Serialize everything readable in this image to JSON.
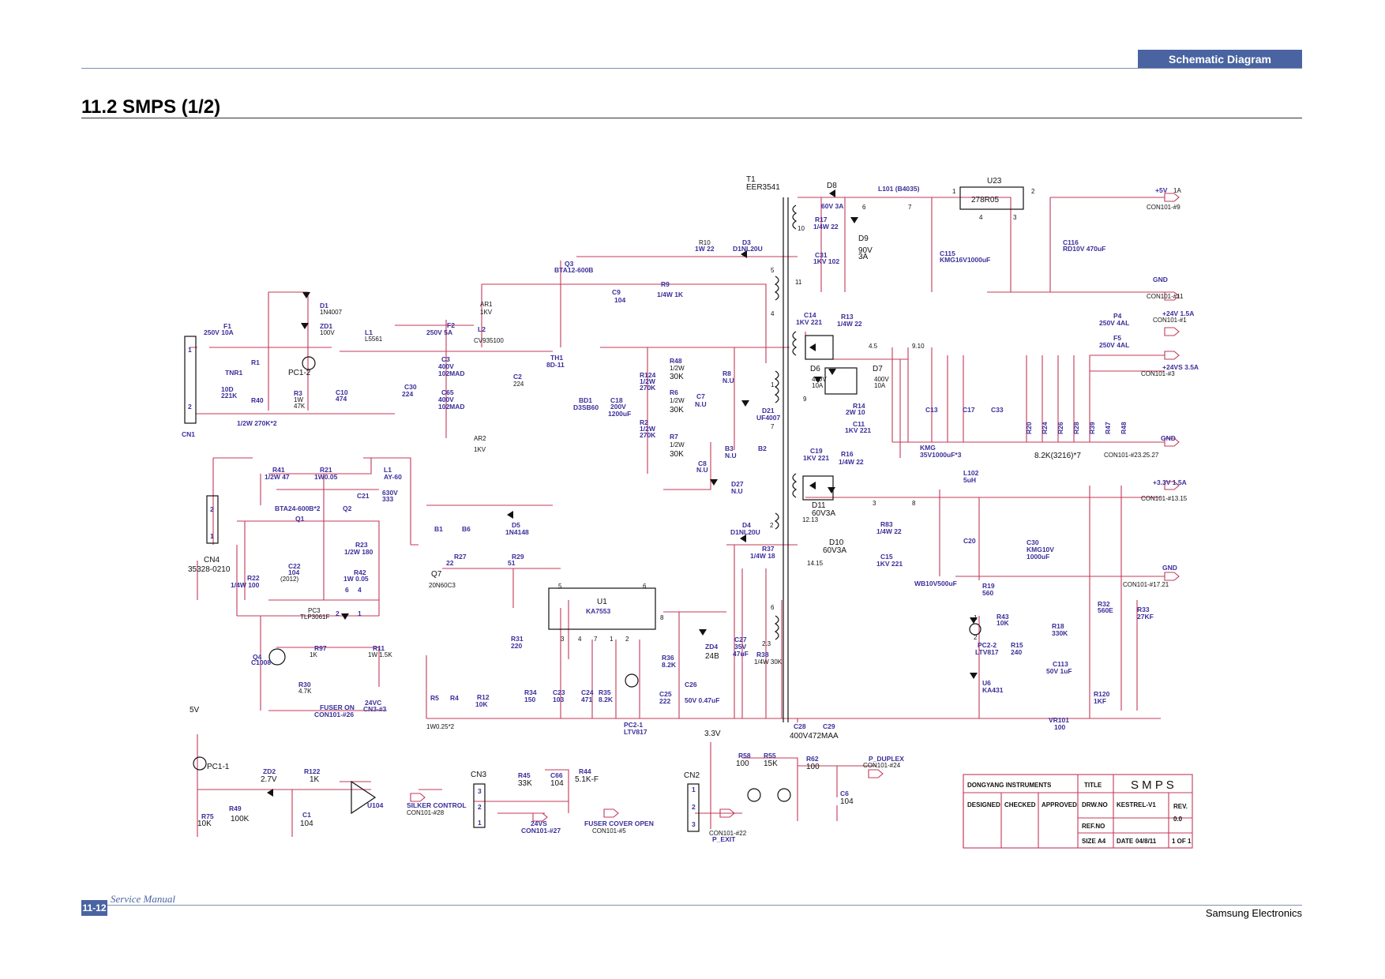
{
  "header": {
    "section": "Schematic Diagram",
    "title": "11.2  SMPS (1/2)"
  },
  "footer": {
    "page_number": "11-12",
    "manual": "Service Manual",
    "company": "Samsung Electronics"
  },
  "title_block": {
    "company": "DONGYANG INSTRUMENTS",
    "title_label": "TITLE",
    "title_value": "S M P S",
    "designed": "DESIGNED",
    "checked": "CHECKED",
    "approved": "APPROVED",
    "drw_no_label": "DRW.NO",
    "drw_no_value": "KESTREL-V1",
    "rev_label": "REV.",
    "rev_value": "0.0",
    "ref_no_label": "REF.NO",
    "size_label": "SIZE",
    "size_value": "A4",
    "date_label": "DATE",
    "date_value": "04/8/11",
    "sheet": "1 OF 1"
  },
  "labels": {
    "T1": "T1",
    "T1v": "EER3541",
    "D8": "D8",
    "D8v": "60V 3A",
    "L101": "L101 (B4035)",
    "U23": "U23",
    "U23v": "278R05",
    "p5V": "+5V",
    "p5Va": "1A",
    "c9": "CON101-#9",
    "R10": "R10",
    "R10v": "1W 22",
    "D3": "D3",
    "D3v": "D1NL20U",
    "R17": "R17",
    "R17v": "1/4W 22",
    "D9": "D9",
    "D9v": "90V",
    "D9a": "3A",
    "C31": "C31",
    "C31v": "1KV 102",
    "C115": "C115",
    "C115v": "KMG16V1000uF",
    "C116": "C116",
    "C116v": "RD10V 470uF",
    "gnd": "GND",
    "c11": "CON101-#11",
    "Q3": "Q3",
    "Q3v": "BTA12-600B",
    "C9": "C9",
    "C9v": "104",
    "R9": "R9",
    "R9v": "1/4W 1K",
    "AR1": "AR1",
    "AR1v": "1KV",
    "D1": "D1",
    "D1v": "1N4007",
    "ZD1": "ZD1",
    "ZD1v": "100V",
    "F1": "F1",
    "F1v": "250V 10A",
    "L1a": "L1",
    "L1av": "L5561",
    "F2": "F2",
    "F2v": "250V 5A",
    "L2": "L2",
    "L2v": "CV935100",
    "C14": "C14",
    "C14v": "1KV 221",
    "R13": "R13",
    "R13v": "1/4W 22",
    "P4": "P4",
    "P4v": "250V 4AL",
    "P24V": "+24V 1.5A",
    "c1": "CON101-#1",
    "F5": "F5",
    "F5v": "250V 4AL",
    "P24VS": "+24VS 3.5A",
    "c3": "CON101-#3",
    "n910": "9.10",
    "n45": "4.5",
    "R1": "R1",
    "TNR1": "TNR1",
    "TNRv": "10D",
    "TNRv2": "221K",
    "R40": "R40",
    "PC12": "PC1-2",
    "R3": "R3",
    "R3v": "1W",
    "R3v2": "47K",
    "C10": "C10",
    "C10v": "474",
    "C30": "C30",
    "C30v": "224",
    "C3": "C3",
    "C3v": "400V",
    "C3v2": "102MAD",
    "C65": "C65",
    "C65v": "400V",
    "C65v2": "102MAD",
    "C2": "C2",
    "C2v": "224",
    "TH1": "TH1",
    "TH1v": "8D-11",
    "BD1": "BD1",
    "BD1v": "D3SB60",
    "C18": "C18",
    "C18v": "200V",
    "C18v2": "1200uF",
    "R124": "R124",
    "R124v": "1/2W",
    "R124v2": "270K",
    "R2": "R2",
    "R2v": "1/2W",
    "R2v2": "270K",
    "R48": "R48",
    "R48v": "1/2W",
    "R48v2": "30K",
    "R6": "R6",
    "R6v": "1/2W",
    "R6v2": "30K",
    "R7": "R7",
    "R7v": "1/2W",
    "R7v2": "30K",
    "R8": "R8",
    "R8v": "N.U",
    "C7": "C7",
    "C7v": "N.U",
    "D21": "D21",
    "D21v": "UF4007",
    "B3": "B3",
    "B3v": "N.U",
    "B2": "B2",
    "C8": "C8",
    "C8v": "N.U",
    "D27": "D27",
    "D27v": "N.U",
    "D6": "D6",
    "D6v": "400V",
    "D6a": "10A",
    "D7": "D7",
    "D7v": "400V",
    "D7a": "10A",
    "R14": "R14",
    "R14v": "2W 10",
    "C11": "C11",
    "C11v": "1KV 221",
    "C13": "C13",
    "C17": "C17",
    "C33": "C33",
    "R20": "R20",
    "R24": "R24",
    "R26": "R26",
    "R28": "R28",
    "R39": "R39",
    "R47": "R47",
    "R48b": "R48",
    "r82": "8.2K(3216)*7",
    "KMG": "KMG",
    "KMGv": "35V1000uF*3",
    "c23": "CON101-#23.25.27",
    "CN1": "CN1",
    "r270": "1/2W  270K*2",
    "ar2": "AR2",
    "ar2v": "1KV",
    "R41": "R41",
    "R41v": "1/2W 47",
    "R21": "R21",
    "R21v": "1W0.05",
    "L1": "L1",
    "L1v": "AY-60",
    "C21": "C21",
    "C21v": "630V",
    "C21v2": "333",
    "C19": "C19",
    "C19v": "1KV 221",
    "R16": "R16",
    "R16v": "1/4W 22",
    "L102": "L102",
    "L102v": "5uH",
    "P33": "+3.3V 1.5A",
    "c13": "CON101-#13.15",
    "D11": "D11",
    "D11v": "60V3A",
    "D10": "D10",
    "D10v": "60V3A",
    "R83": "R83",
    "R83v": "1/4W 22",
    "C15": "C15",
    "C15v": "1KV 221",
    "n1213": "12.13",
    "n1415": "14.15",
    "C20": "C20",
    "C30b": "C30",
    "C30bv": "KMG10V",
    "C30bv2": "1000uF",
    "WB": "WB10V500uF",
    "c17": "CON101-#17.21",
    "CN4": "CN4",
    "CN4v": "35328-0210",
    "BTA": "BTA24-600B*2",
    "Q1": "Q1",
    "Q2": "Q2",
    "R23": "R23",
    "R23v": "1/2W 180",
    "C22": "C22",
    "C22v": "104",
    "R42": "R42",
    "R42v": "1W 0.05",
    "R22": "R22",
    "R22v": "1/4W 100",
    "PC3": "PC3",
    "PC3v": "TLP3061F",
    "B1": "B1",
    "B6": "B6",
    "D5": "D5",
    "D5v": "1N4148",
    "R27": "R27",
    "R27v": "22",
    "R29": "R29",
    "R29v": "51",
    "Q7": "Q7",
    "Q7v": "20N60C3",
    "D4": "D4",
    "D4v": "D1NL20U",
    "R37": "R37",
    "R37v": "1/4W 18",
    "U1": "U1",
    "U1v": "KA7553",
    "R19": "R19",
    "R19v": "560",
    "R43": "R43",
    "R43v": "10K",
    "R32": "R32",
    "R32v": "560E",
    "R33": "R33",
    "R33v": "27KF",
    "PC22": "PC2-2",
    "PC22v": "LTV817",
    "R15": "R15",
    "R15v": "240",
    "R18": "R18",
    "R18v": "330K",
    "C113": "C113",
    "C113v": "50V 1uF",
    "U6": "U6",
    "U6v": "KA431",
    "R120": "R120",
    "R120v": "1KF",
    "VR101": "VR101",
    "VR101v": "100",
    "Q4": "Q4",
    "Q4v": "C1008",
    "R97": "R97",
    "R97v": "1K",
    "R11": "R11",
    "R11v": "1W 1.5K",
    "R30": "R30",
    "R30v": "4.7K",
    "fuser": "FUSER ON",
    "fuserc": "CON101-#26",
    "v24vc": "24VC",
    "cn3_3": "CN3-#3",
    "R31": "R31",
    "R31v": "220",
    "ZD4": "ZD4",
    "ZD4v": "24B",
    "C27": "C27",
    "C27v": "35V",
    "C27v2": "47uF",
    "R38": "R38",
    "R38v": "1/4W 30K",
    "n23": "2.3",
    "R36": "R36",
    "R36v": "8.2K",
    "C26": "C26",
    "C26v": "50V 0.47uF",
    "R5": "R5",
    "R4": "R4",
    "R12": "R12",
    "R12v": "10K",
    "R34": "R34",
    "R34v": "150",
    "C23": "C23",
    "C23v": "103",
    "C24": "C24",
    "C24v": "471",
    "R35": "R35",
    "R35v": "8.2K",
    "C25": "C25",
    "C25v": "222",
    "PC21": "PC2-1",
    "PC21v": "LTV817",
    "r1w": "1W0.25*2",
    "C28": "C28",
    "C29": "C29",
    "c400": "400V472MAA",
    "v5": "5V",
    "PC11": "PC1-1",
    "ZD2": "ZD2",
    "ZD2v": "2.7V",
    "R122": "R122",
    "R122v": "1K",
    "U104": "U104",
    "R75": "R75",
    "R75v": "10K",
    "R49": "R49",
    "R49v": "100K",
    "C1": "C1",
    "C1v": "104",
    "CN3": "CN3",
    "R45": "R45",
    "R45v": "33K",
    "C66": "C66",
    "C66v": "104",
    "R44": "R44",
    "R44v": "5.1K-F",
    "silker": "SILKER CONTROL",
    "c28": "CON101-#28",
    "v24vs": "24VS",
    "c27": "CON101-#27",
    "fcover": "FUSER COVER OPEN",
    "c5": "CON101-#5",
    "v33": "3.3V",
    "CN2": "CN2",
    "R58": "R58",
    "R58v": "100",
    "R55": "R55",
    "R55v": "15K",
    "R62": "R62",
    "R62v": "100",
    "C6": "C6",
    "C6v": "104",
    "pdup": "P_DUPLEX",
    "c24": "CON101-#24",
    "pexit": "P_EXIT",
    "c22": "CON101-#22",
    "pin1": "1",
    "pin2": "2",
    "pin3": "3",
    "pin4": "4",
    "pin5": "5",
    "pin6": "6",
    "pin7": "7",
    "pin8": "8",
    "pin9": "9",
    "pin10": "10",
    "pin11": "11",
    "s2012": "(2012)"
  }
}
